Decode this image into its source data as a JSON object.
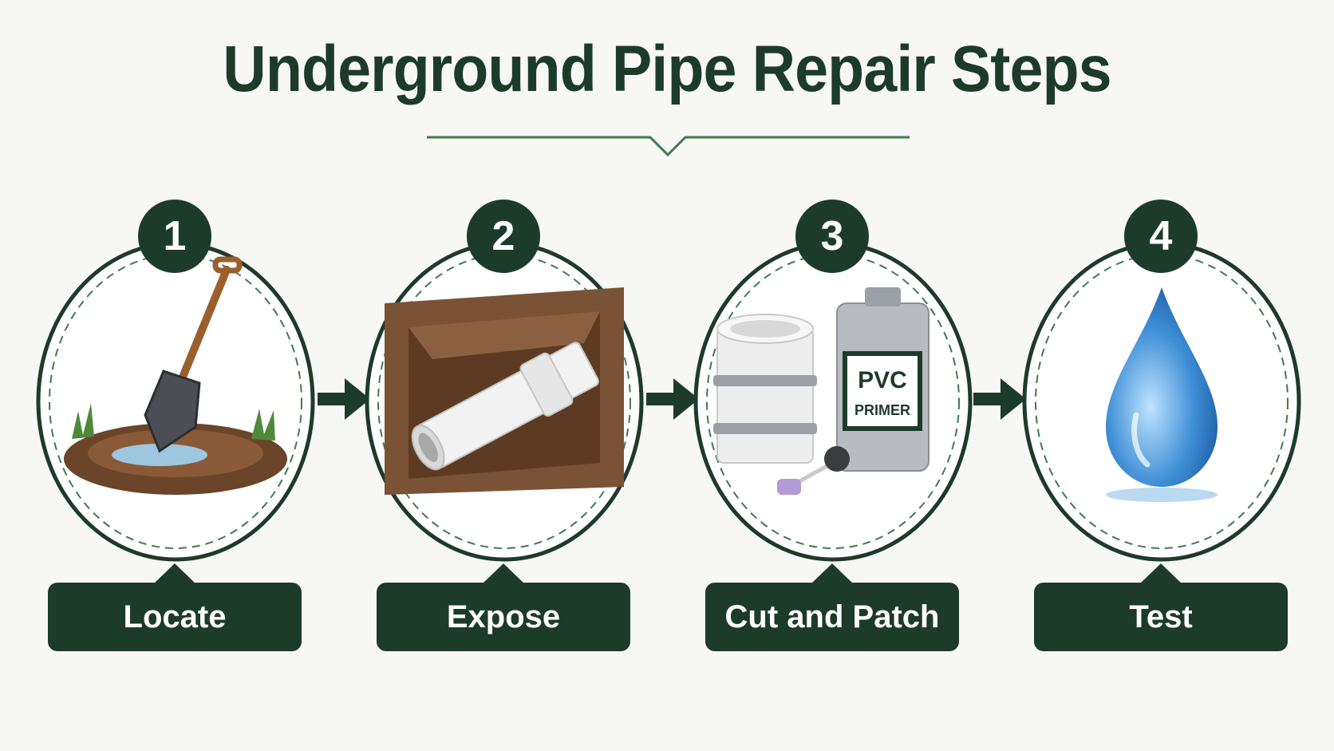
{
  "title": "Underground Pipe Repair Steps",
  "colors": {
    "dark_green": "#1d3b2a",
    "accent_green": "#3f7a4f",
    "soil_brown": "#7a5236",
    "water_blue": "#3f8fd6"
  },
  "steps": [
    {
      "number": "1",
      "label": "Locate",
      "icon": "shovel-in-wet-soil-icon"
    },
    {
      "number": "2",
      "label": "Expose",
      "icon": "exposed-pipe-trench-icon"
    },
    {
      "number": "3",
      "label": "Cut and Patch",
      "icon": "pvc-coupling-and-primer-icon",
      "can_text": [
        "PVC",
        "PRIMER"
      ]
    },
    {
      "number": "4",
      "label": "Test",
      "icon": "water-drop-icon"
    }
  ]
}
